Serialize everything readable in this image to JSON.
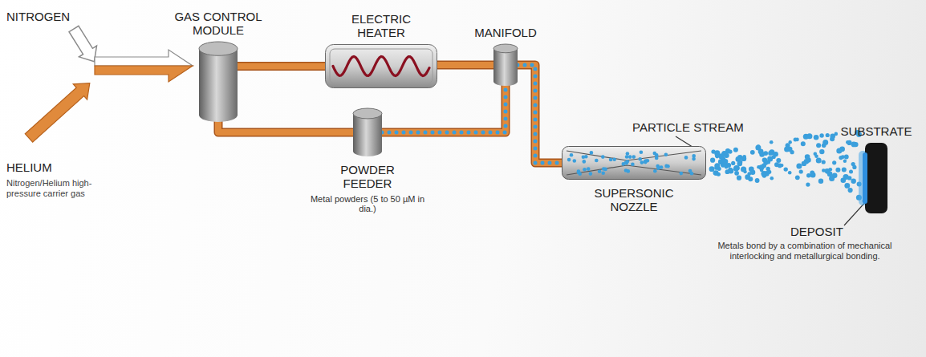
{
  "diagram": {
    "nodes": [
      {
        "text": [
          "GAS CONTROL MODULE"
        ]
      },
      {
        "text": [
          "ELECTRIC HEATER"
        ]
      },
      {
        "text": [
          "MANIFOLD"
        ]
      },
      {
        "text": [
          "POWDER FEEDER",
          "Metal powders (5 to 50 µM in dia.)"
        ]
      },
      {
        "text": [
          "SUPERSONIC NOZZLE"
        ]
      },
      {
        "text": [
          "SUBSTRATE"
        ]
      }
    ],
    "edges": [
      {
        "from": 0,
        "to": 1,
        "arrow": "none"
      },
      {
        "from": 1,
        "to": 2,
        "arrow": "none"
      },
      {
        "from": 0,
        "to": 3,
        "arrow": "none"
      },
      {
        "from": 3,
        "to": 2,
        "arrow": "none"
      },
      {
        "from": 2,
        "to": 4,
        "arrow": "none"
      }
    ],
    "labels": [
      "NITROGEN",
      "HELIUM",
      "Nitrogen/Helium high-pressure carrier gas",
      "PARTICLE STREAM",
      "DEPOSIT",
      "Metals bond by a combination of mechanical interlocking and metallurgical bonding."
    ]
  }
}
